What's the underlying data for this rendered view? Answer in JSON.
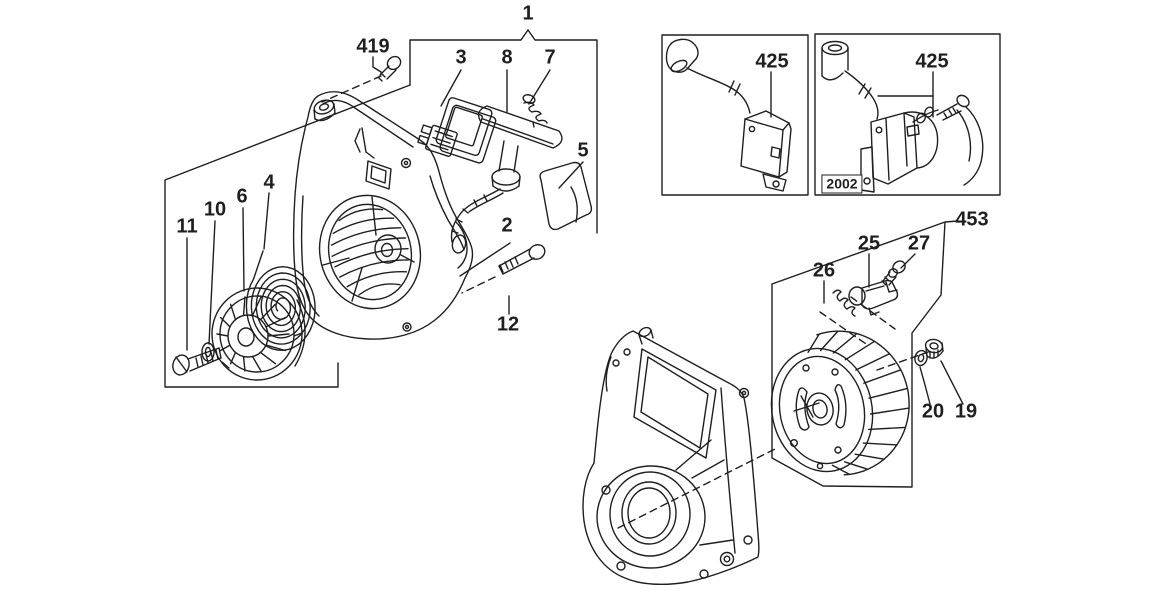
{
  "diagram": {
    "type": "exploded-parts-diagram",
    "background": "#ffffff",
    "ink": "#1f1f1f",
    "callouts": [
      {
        "label": "1"
      },
      {
        "label": "419"
      },
      {
        "label": "3"
      },
      {
        "label": "8"
      },
      {
        "label": "7"
      },
      {
        "label": "5"
      },
      {
        "label": "2"
      },
      {
        "label": "12"
      },
      {
        "label": "11"
      },
      {
        "label": "10"
      },
      {
        "label": "6"
      },
      {
        "label": "4"
      },
      {
        "label": "425"
      },
      {
        "label": "425"
      },
      {
        "label": "2002"
      },
      {
        "label": "453"
      },
      {
        "label": "26"
      },
      {
        "label": "25"
      },
      {
        "label": "27"
      },
      {
        "label": "20"
      },
      {
        "label": "19"
      }
    ]
  }
}
